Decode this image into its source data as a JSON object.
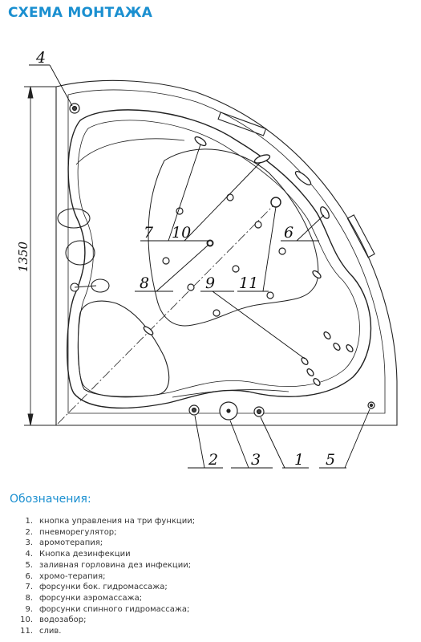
{
  "title": "СХЕМА МОНТАЖА",
  "dimension": "1350",
  "callouts": [
    "1",
    "2",
    "3",
    "4",
    "5",
    "6",
    "7",
    "8",
    "9",
    "10",
    "11"
  ],
  "legend": {
    "title": "Обозначения:",
    "items": [
      {
        "num": "1.",
        "text": "кнопка управления на три функции;"
      },
      {
        "num": "2.",
        "text": "пневморегулятор;"
      },
      {
        "num": "3.",
        "text": "аромотерапия;"
      },
      {
        "num": "4.",
        "text": "Кнопка дезинфекции"
      },
      {
        "num": "5.",
        "text": "заливная горловина дез инфекции;"
      },
      {
        "num": "6.",
        "text": "хромо-терапия;"
      },
      {
        "num": "7.",
        "text": "форсунки бок. гидромассажа;"
      },
      {
        "num": "8.",
        "text": "форсунки аэромассажа;"
      },
      {
        "num": "9.",
        "text": "форсунки спинного гидромассажа;"
      },
      {
        "num": "10.",
        "text": "водозабор;"
      },
      {
        "num": "11.",
        "text": "слив."
      }
    ]
  }
}
